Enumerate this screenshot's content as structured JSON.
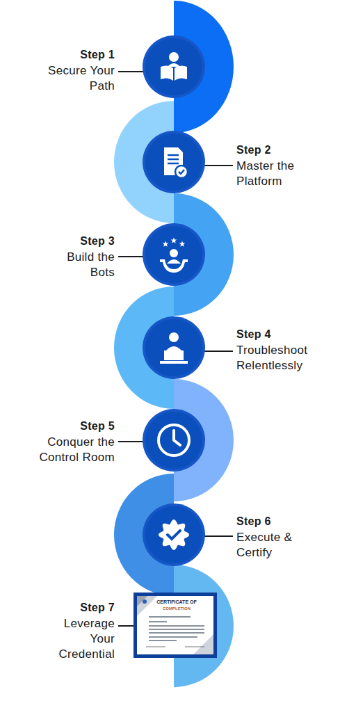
{
  "diagram": {
    "nodes": [
      {
        "text": [
          "Step 1",
          "Secure Your Path"
        ]
      },
      {
        "text": [
          "Step 2",
          "Master the Platform"
        ]
      },
      {
        "text": [
          "Step 3",
          "Build the Bots"
        ]
      },
      {
        "text": [
          "Step 4",
          "Troubleshoot Relentlessly"
        ]
      },
      {
        "text": [
          "Step 5",
          "Conquer the Control Room"
        ]
      },
      {
        "text": [
          "Step 6",
          "Execute & Certify"
        ]
      },
      {
        "text": [
          "Step 7",
          "Leverage Your Credential"
        ]
      }
    ],
    "labels": [
      "CERTIFICATE OF",
      "COMPLETION"
    ]
  }
}
